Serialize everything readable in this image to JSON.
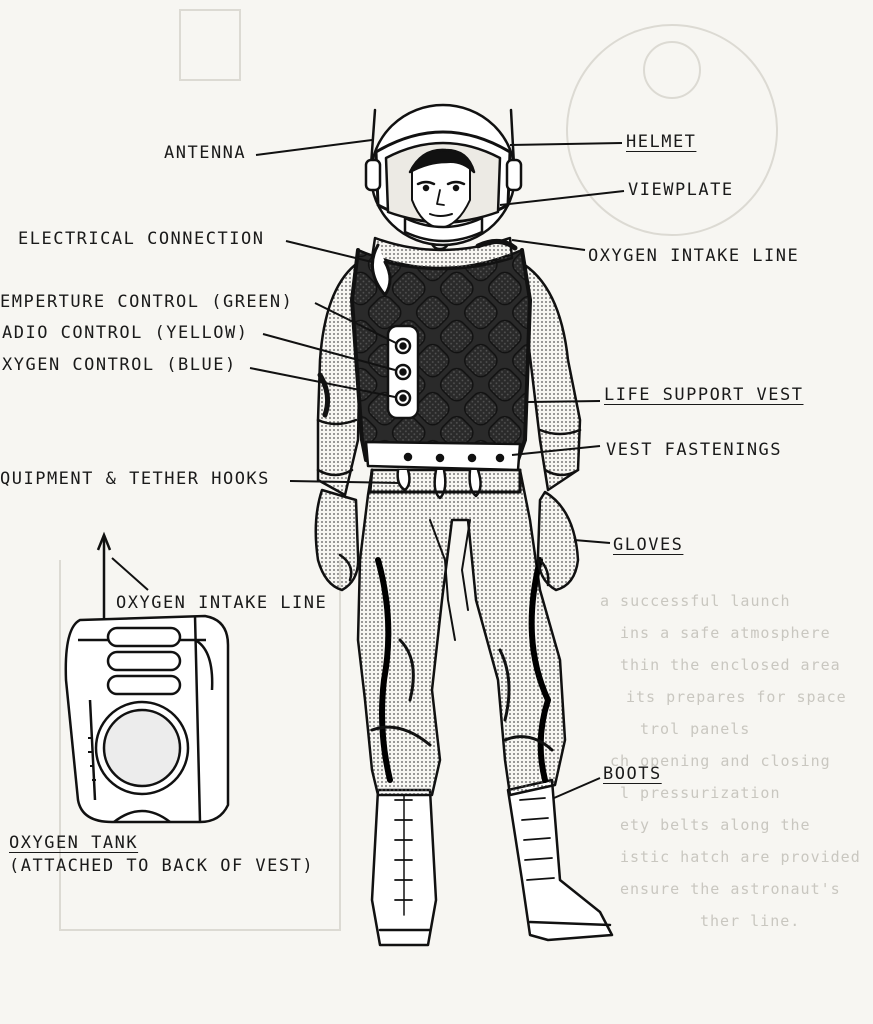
{
  "labels": {
    "antenna": "ANTENNA",
    "helmet": "HELMET",
    "viewplate": "VIEWPLATE",
    "electrical_connection": "ELECTRICAL CONNECTION",
    "oxygen_intake_line": "OXYGEN INTAKE LINE",
    "temperature_control": "EMPERTURE CONTROL (GREEN)",
    "radio_control": "ADIO CONTROL (YELLOW)",
    "oxygen_control": "XYGEN CONTROL (BLUE)",
    "life_support_vest": "LIFE SUPPORT VEST",
    "vest_fastenings": "VEST FASTENINGS",
    "equipment_hooks": "QUIPMENT & TETHER HOOKS",
    "gloves": "GLOVES",
    "tank_intake_line": "OXYGEN INTAKE LINE",
    "boots": "BOOTS",
    "oxygen_tank": "OXYGEN TANK",
    "oxygen_tank_note": "(ATTACHED TO BACK OF VEST)"
  },
  "bleed_through": [
    "a successful launch",
    "ins a safe atmosphere",
    "thin the enclosed area",
    "its prepares for space",
    "trol panels",
    "ch opening and closing",
    "l pressurization",
    "ety belts along the",
    "istic hatch are provided",
    "ensure the astronaut's",
    "ther line."
  ],
  "colors": {
    "ink": "#1a1a1a",
    "paper": "#f7f6f2",
    "ghost": "#c9c7c0"
  }
}
